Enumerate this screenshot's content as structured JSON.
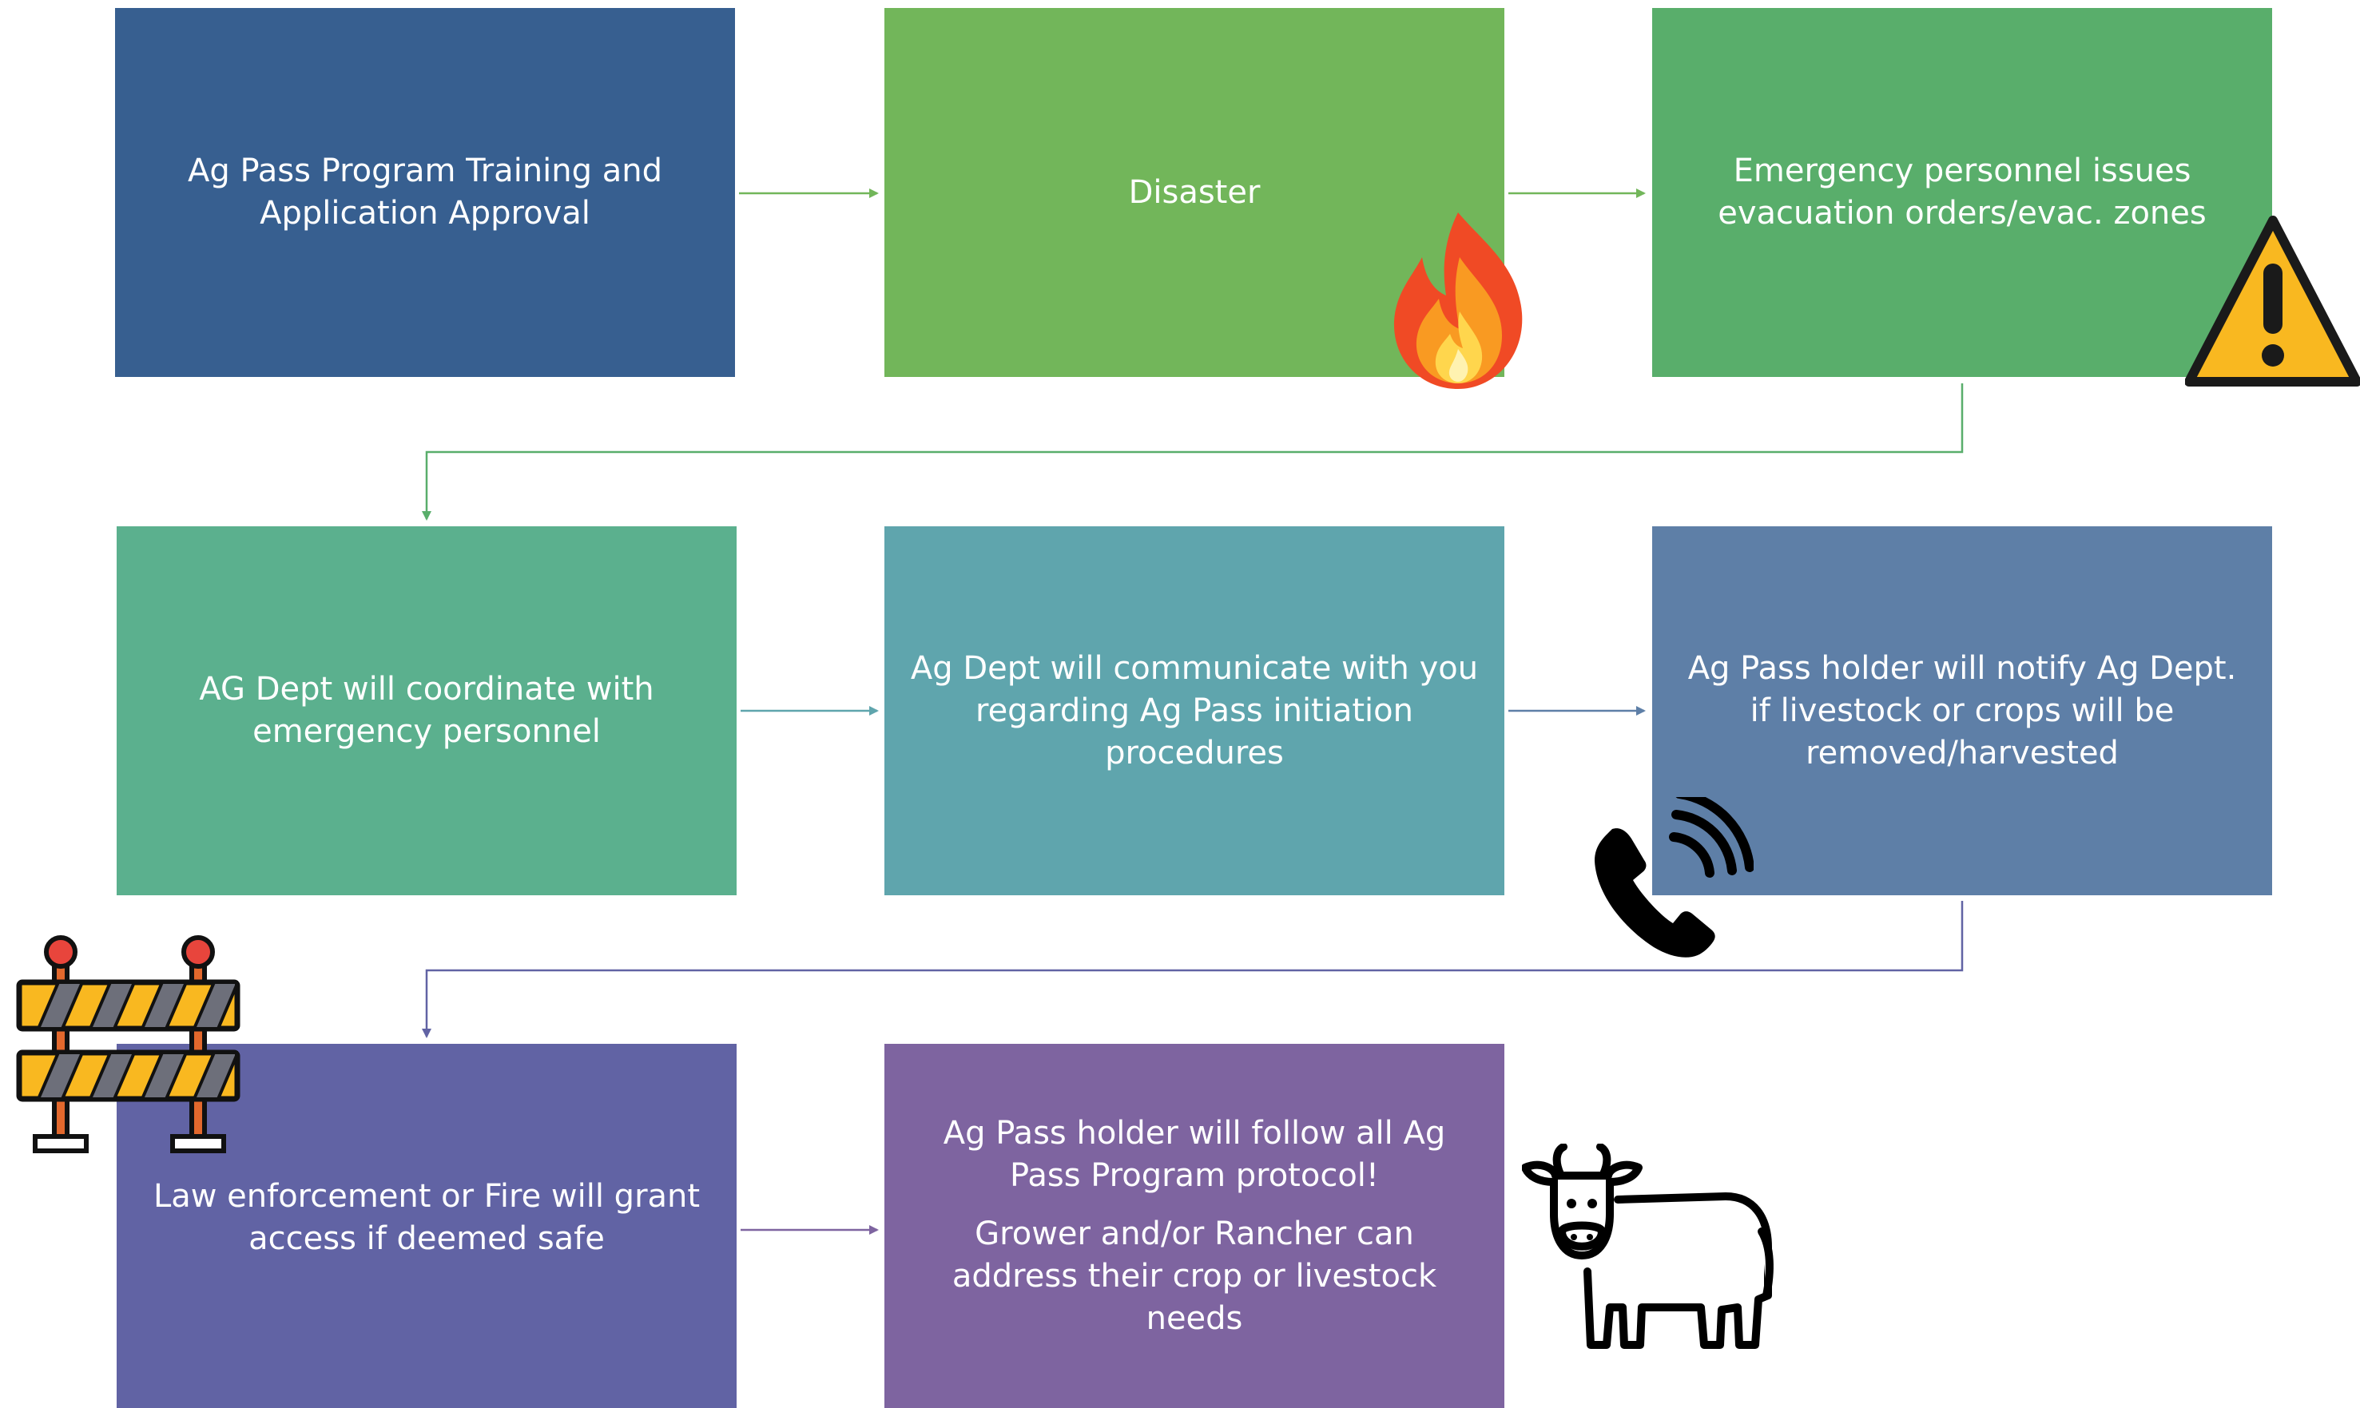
{
  "colors": {
    "step1": "#375F90",
    "step2": "#72B65A",
    "step3": "#59AE6B",
    "step4": "#5BB08E",
    "step5": "#5FA5AD",
    "step6": "#5E7FA7",
    "step7": "#6163A4",
    "step8": "#7E64A0",
    "arrow_row1": "#72B65A",
    "arrow_row2": "#5FA5AD",
    "arrow_row3": "#7E64A0",
    "connector_1": "#59AE6B",
    "connector_2": "#6163A4"
  },
  "steps": [
    {
      "text": "Ag Pass Program Training and Application Approval"
    },
    {
      "text": "Disaster",
      "icon": "fire-icon"
    },
    {
      "text": "Emergency personnel issues evacuation orders/evac. zones",
      "icon": "warning-icon"
    },
    {
      "text": "AG Dept will coordinate with emergency personnel"
    },
    {
      "text": "Ag Dept will communicate with you regarding Ag Pass initiation procedures"
    },
    {
      "text": "Ag Pass holder will notify Ag Dept. if livestock or crops will be removed/harvested",
      "icon": "phone-icon"
    },
    {
      "text": "Law enforcement or Fire will grant access if deemed safe",
      "icon": "road-barrier-icon"
    },
    {
      "paragraphs": [
        "Ag Pass holder will follow all Ag Pass Program protocol!",
        "Grower and/or Rancher can address their crop or livestock needs"
      ],
      "icon": "cow-icon"
    }
  ]
}
